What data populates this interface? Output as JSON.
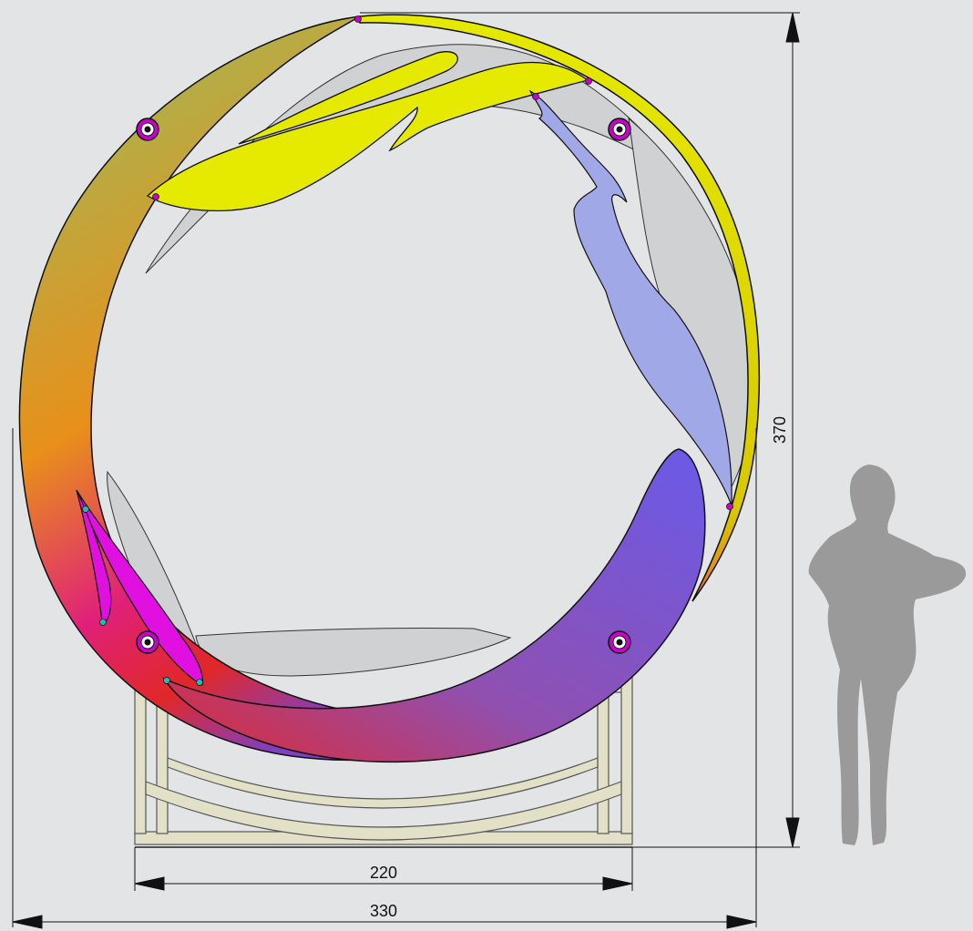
{
  "dimensions": {
    "stand_width": "220",
    "overall_width": "330",
    "overall_height": "370"
  },
  "colors": {
    "background": "#e3e4e6",
    "ring_gradient": [
      "#a6b553",
      "#e8901a",
      "#e0207a",
      "#e02828",
      "#7a55d0",
      "#6f5be8"
    ],
    "yellow_blade": "#e5ea00",
    "lavender_blade": "#a0a8e8",
    "magenta_blade": "#e010e0",
    "shadow_grey": "#d0d1d3",
    "stand_frame": "#e3e0c8",
    "silhouette": "#9a9a9a",
    "pivot": "#cc00cc",
    "pivot_teal": "#20c0b0"
  },
  "icons": [
    "human-silhouette-icon",
    "pivot-bolt-icon"
  ]
}
